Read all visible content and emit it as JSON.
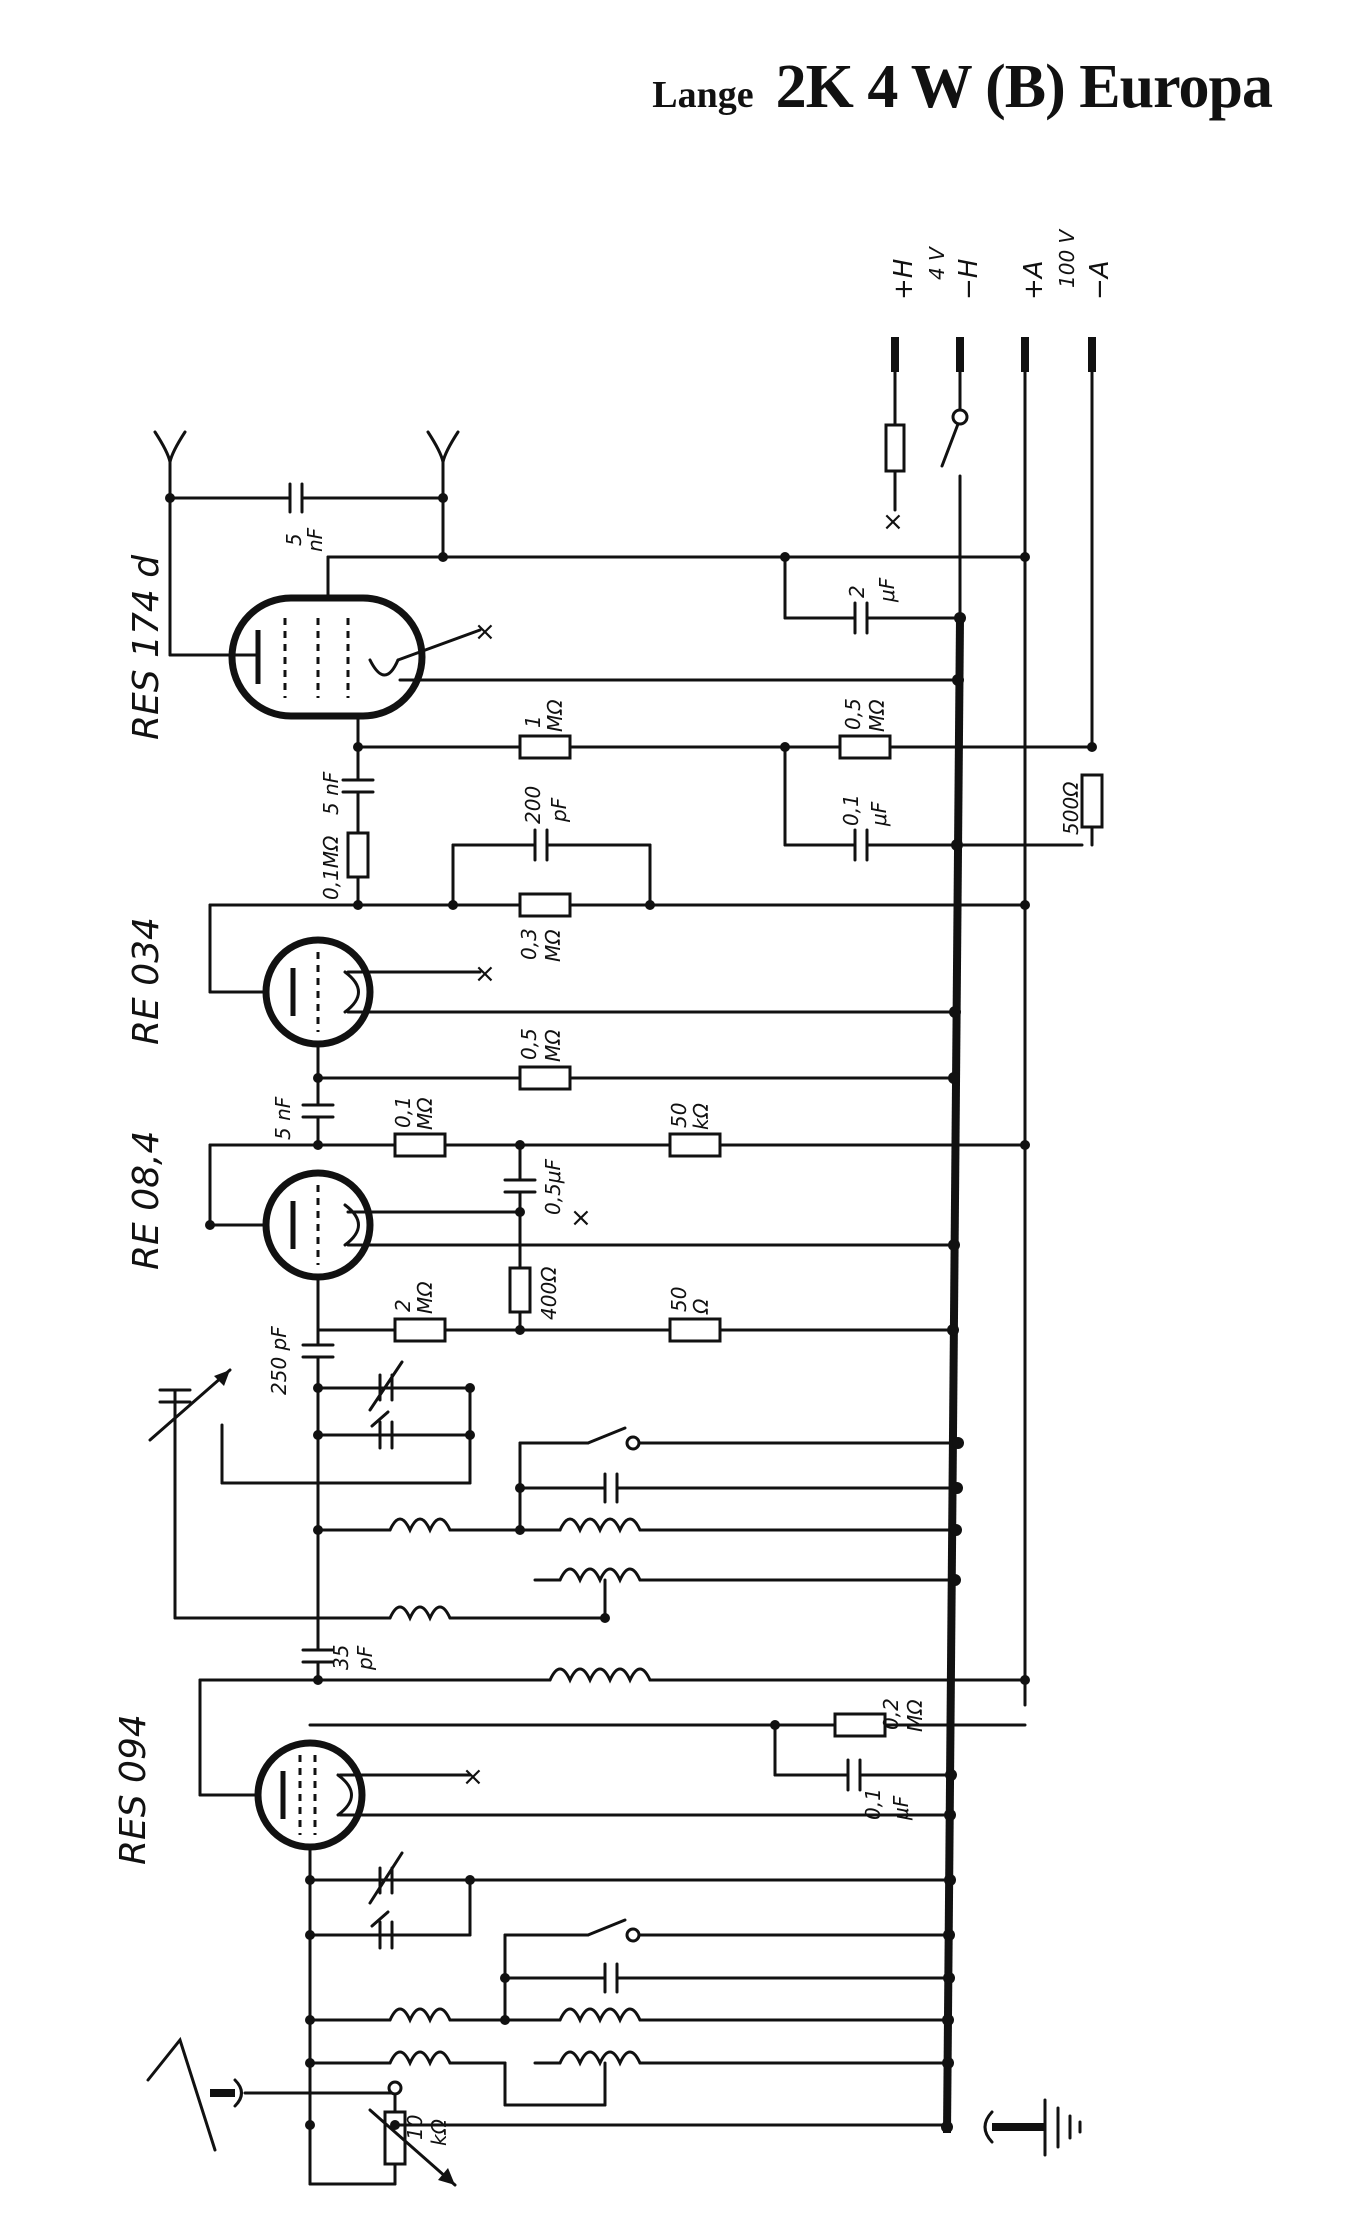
{
  "title": {
    "maker": "Lange",
    "model": "2K 4 W (B) Europa"
  },
  "supply": {
    "plus_h": "+H",
    "volt_h": "4 V",
    "minus_h": "−H",
    "plus_a": "+A",
    "volt_a": "100 V",
    "minus_a": "−A"
  },
  "tubes": {
    "res174d": "RES 174 d",
    "re034": "RE 034",
    "re084": "RE 08,4",
    "res094": "RES 094"
  },
  "components": {
    "c_5nf_top_v": "5",
    "c_5nf_top_u": "nF",
    "c_2uf_v": "2",
    "c_2uf_u": "μF",
    "r_1m_v": "1",
    "r_1m_u": "MΩ",
    "r_05m_top_v": "0,5",
    "r_05m_top_u": "MΩ",
    "c_5nf_mid": "5 nF",
    "c_200pf_v": "200",
    "c_200pf_u": "pF",
    "c_01uf_top_v": "0,1",
    "c_01uf_top_u": "μF",
    "r_500": "500Ω",
    "r_01m_grid": "0,1MΩ",
    "r_03m_v": "0,3",
    "r_03m_u": "MΩ",
    "r_05m_mid_v": "0,5",
    "r_05m_mid_u": "MΩ",
    "c_5nf_low": "5 nF",
    "r_01m_v": "0,1",
    "r_01m_u": "MΩ",
    "r_50k_v": "50",
    "r_50k_u": "kΩ",
    "c_05uf": "0,5μF",
    "r_400": "400Ω",
    "r_2m_v": "2",
    "r_2m_u": "MΩ",
    "r_50_v": "50",
    "r_50_u": "Ω",
    "c_250pf": "250 pF",
    "c_35pf_v": "35",
    "c_35pf_u": "pF",
    "r_02m_v": "0,2",
    "r_02m_u": "MΩ",
    "c_01uf_low_v": "0,1",
    "c_01uf_low_u": "μF",
    "pot_10k_v": "10",
    "pot_10k_u": "kΩ"
  }
}
